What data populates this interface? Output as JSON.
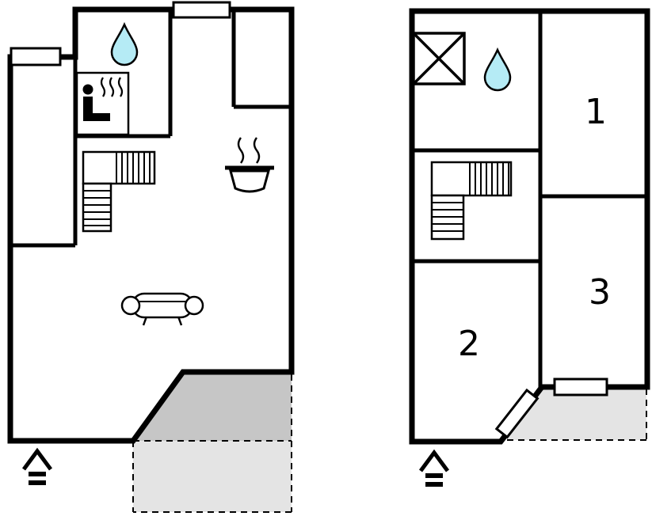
{
  "colors": {
    "wall": "#000000",
    "background": "#ffffff",
    "water_drop": "#b5ebf5",
    "terrace_covered": "#c6c6c6",
    "terrace_open": "#e4e4e4"
  },
  "ground_floor": {
    "icons": {
      "water_drop": "water-drop-icon",
      "sauna": "sauna-icon",
      "stairs": "stairs-icon",
      "stove": "stove-pot-icon",
      "sofa": "sofa-icon",
      "entrance": "entrance-arrow-icon"
    }
  },
  "upper_floor": {
    "rooms": [
      {
        "label": "1"
      },
      {
        "label": "2"
      },
      {
        "label": "3"
      }
    ],
    "icons": {
      "shower": "shower-icon",
      "water_drop": "water-drop-icon",
      "stairs": "stairs-icon",
      "door": "door-icon",
      "window": "window-icon",
      "entrance": "entrance-arrow-icon"
    }
  }
}
